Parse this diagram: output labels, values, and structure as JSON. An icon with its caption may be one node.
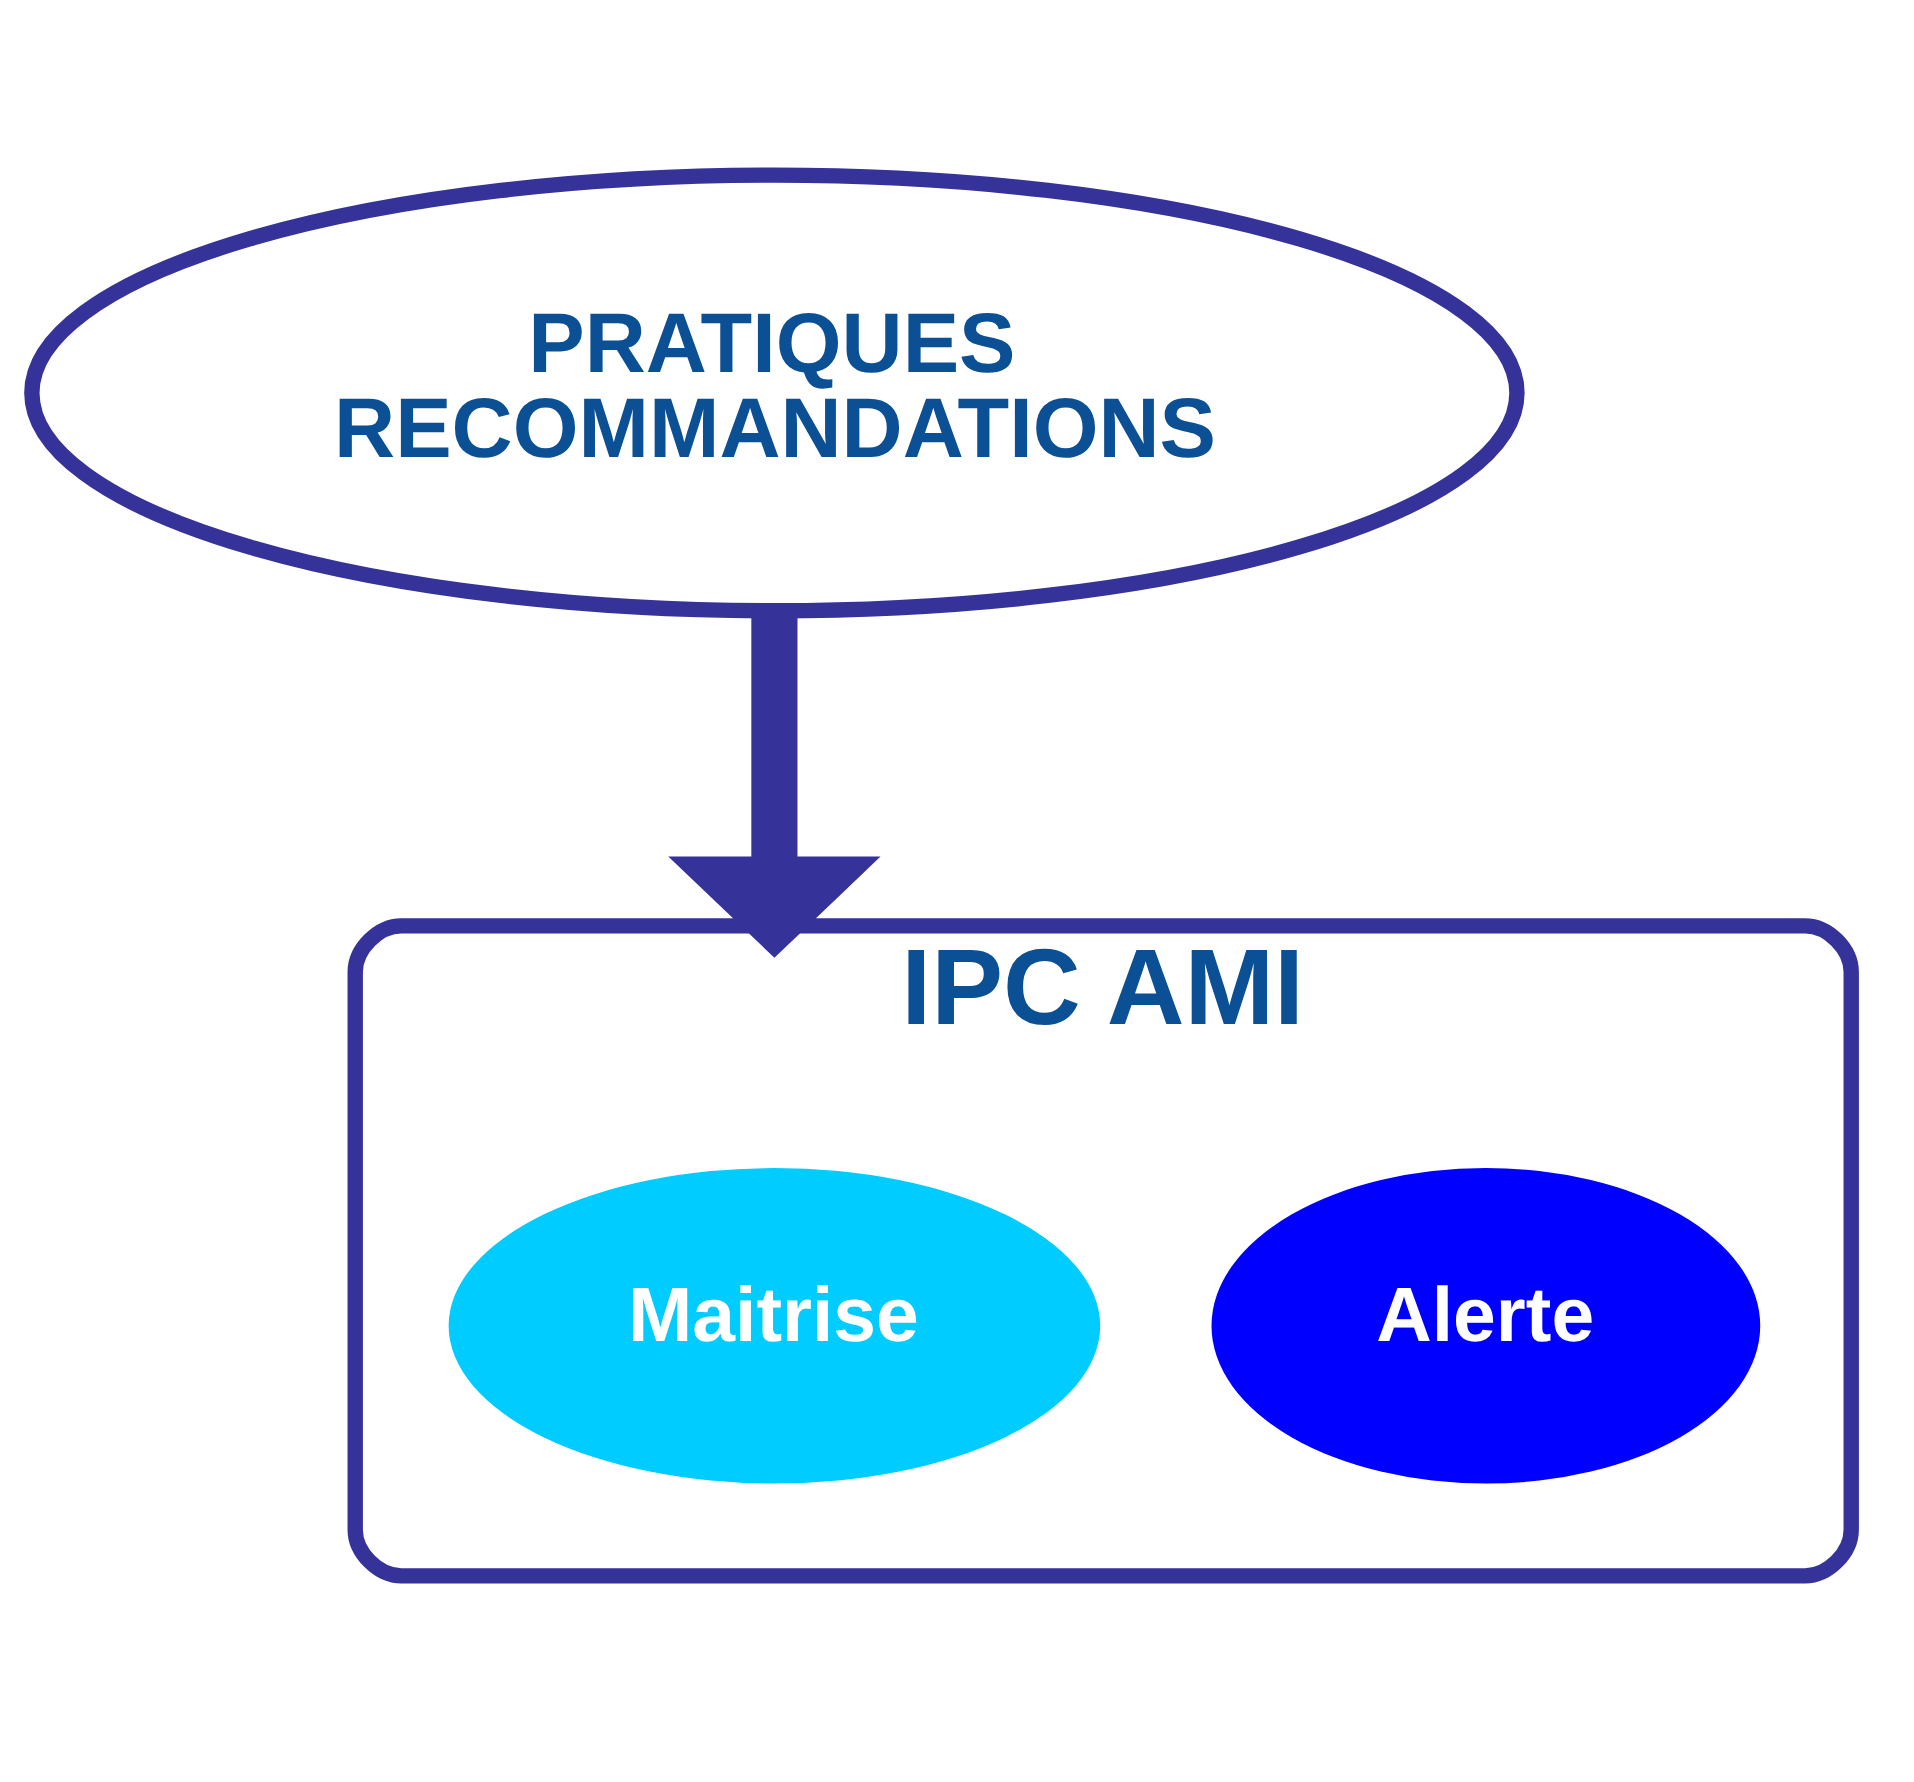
{
  "diagram": {
    "nodes": [
      {
        "text": [
          "PRATIQUES",
          "RECOMMANDATIONS"
        ]
      },
      {
        "text": [
          "IPC AMI"
        ]
      },
      {
        "text": [
          "Alerte"
        ],
        "in": 1
      },
      {
        "text": [
          "Maitrise"
        ],
        "in": 1
      }
    ],
    "edges": [
      {
        "from": 0,
        "to": 1,
        "arrow": "to"
      }
    ]
  }
}
